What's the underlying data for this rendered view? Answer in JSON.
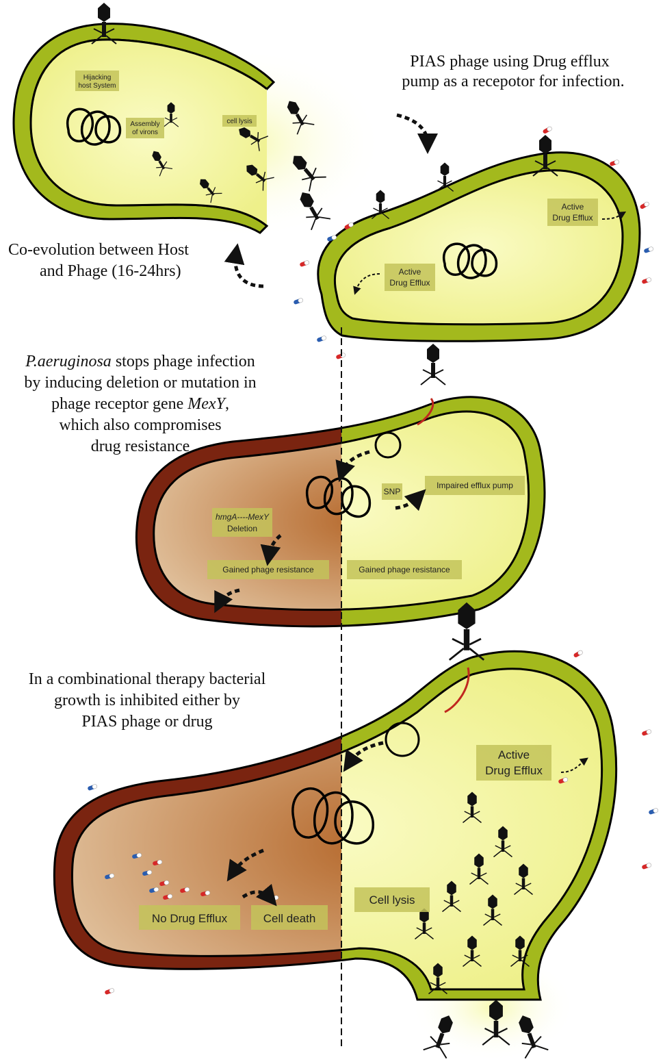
{
  "texts": {
    "t1_line1": "PIAS phage using Drug efflux",
    "t1_line2": "pump as a recepotor for infection.",
    "t2_line1": "Co-evolution between Host",
    "t2_line2": "and Phage (16-24hrs)",
    "t3_line1_italic": "P.aeruginosa",
    "t3_line1_rest": " stops phage infection",
    "t3_line2": "by inducing deletion or mutation in",
    "t3_line3_pre": "phage receptor gene ",
    "t3_line3_italic": "MexY",
    "t3_line3_post": ",",
    "t3_line4": "which also compromises",
    "t3_line5": "drug resistance",
    "t4_line1": "In a combinational therapy bacterial",
    "t4_line2": "growth is inhibited either by",
    "t4_line3": "PIAS phage or drug"
  },
  "labels": {
    "hijack_1": "Hijacking",
    "hijack_2": "host System",
    "assembly_1": "Assembly",
    "assembly_2": "of virons",
    "cell_lysis_small": "cell lysis",
    "active_efflux_a1": "Active",
    "active_efflux_a2": "Drug Efflux",
    "active_efflux_b1": "Active",
    "active_efflux_b2": "Drug Efflux",
    "snp": "SNP",
    "impaired": "Impaired efflux pump",
    "deletion_1": "hmgA----MexY",
    "deletion_2": "Deletion",
    "gained_left": "Gained phage resistance",
    "gained_right": "Gained phage resistance",
    "active_efflux_c1": "Active",
    "active_efflux_c2": "Drug Efflux",
    "cell_lysis": "Cell lysis",
    "no_drug_efflux": "No Drug Efflux",
    "cell_death": "Cell death"
  },
  "colors": {
    "cell_wall": "#a3b91d",
    "cytoplasm": "#f6f7a0",
    "dead_cytoplasm": "#b5703a",
    "dead_wall": "#7a2410",
    "label_box": "#c3c35a",
    "drug_red": "#d62828",
    "drug_blue": "#2a5db0"
  }
}
